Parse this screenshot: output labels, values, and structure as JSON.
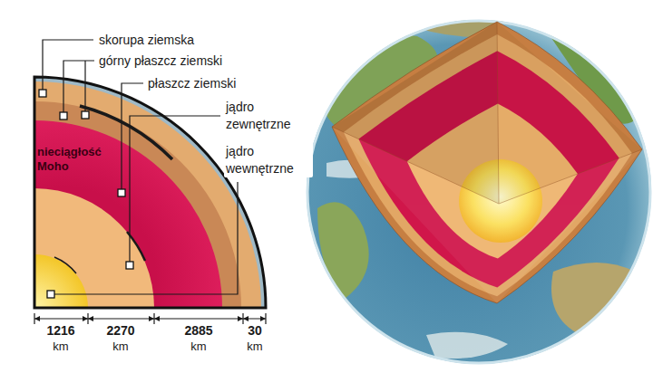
{
  "diagram": {
    "labels": [
      "skorupa ziemska",
      "górny płaszcz ziemski",
      "płaszcz ziemski",
      "jądro zewnętrzne",
      "jądro wewnętrzne",
      "nieciągłość Moho",
      "1216 km",
      "2270 km",
      "2885 km",
      "30 km"
    ]
  }
}
